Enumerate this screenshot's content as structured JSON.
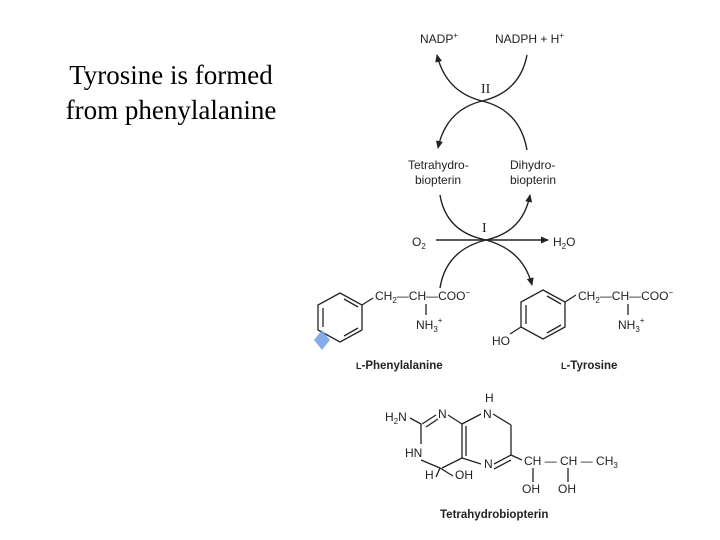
{
  "title": {
    "line1": "Tyrosine is formed",
    "line2": "from phenylalanine"
  },
  "cofactors": {
    "nadp": "NADP",
    "nadp_charge": "+",
    "nadph": "NADPH + H",
    "nadph_charge": "+",
    "tetrahydro_line1": "Tetrahydro-",
    "tetrahydro_line2": "biopterin",
    "dihydro_line1": "Dihydro-",
    "dihydro_line2": "biopterin",
    "o2": "O",
    "o2_sub": "2",
    "h2o_h": "H",
    "h2o_sub": "2",
    "h2o_o": "O"
  },
  "reactions": {
    "step2": "II",
    "step1": "I"
  },
  "phenylalanine": {
    "ch2": "CH",
    "ch2_sub": "2",
    "dash1": "—",
    "ch": "CH",
    "dash2": "—",
    "coo": "COO",
    "coo_charge": "−",
    "nh3": "NH",
    "nh3_sub": "3",
    "nh3_charge": "+",
    "prefix": "L",
    "name": "-Phenylalanine"
  },
  "tyrosine": {
    "ch2": "CH",
    "ch2_sub": "2",
    "dash1": "—",
    "ch": "CH",
    "dash2": "—",
    "coo": "COO",
    "coo_charge": "−",
    "nh3": "NH",
    "nh3_sub": "3",
    "nh3_charge": "+",
    "ho": "HO",
    "prefix": "L",
    "name": "-Tyrosine"
  },
  "biopterin": {
    "h2n_h": "H",
    "h2n_sub": "2",
    "h2n_n": "N",
    "n1": "N",
    "h_top": "H",
    "n_top": "N",
    "hn": "HN",
    "h_low": "H",
    "oh": "OH",
    "n_mid": "N",
    "ch1": "CH",
    "ch2": "CH",
    "ch3": "CH",
    "ch3_sub": "3",
    "oh1": "OH",
    "oh2": "OH",
    "name": "Tetrahydrobiopterin"
  },
  "colors": {
    "text": "#222222",
    "diamond_marker": "#6f9fe3"
  }
}
